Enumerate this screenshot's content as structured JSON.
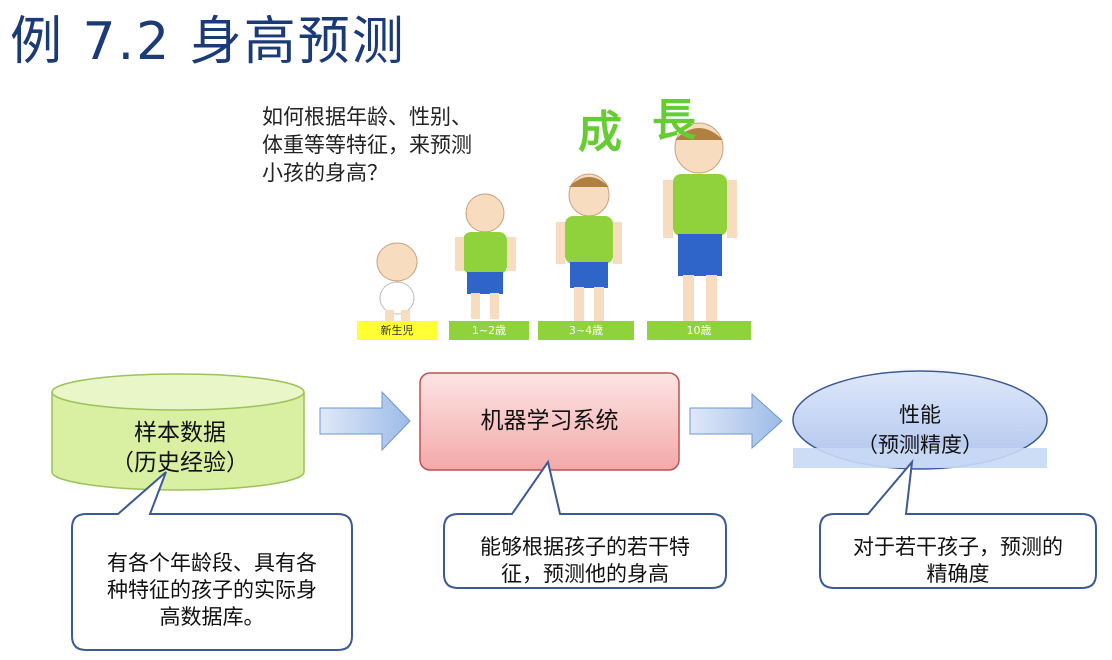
{
  "title": "例 7.2  身高预测",
  "question": "如何根据年龄、性别、\n体重等等特征，来预测\n小孩的身高？",
  "illustration": {
    "kanji_1": "成",
    "kanji_2": "長",
    "age_labels": [
      "新生児",
      "1~2歳",
      "3~4歳",
      "10歳"
    ]
  },
  "nodes": {
    "data": "样本数据\n（历史经验）",
    "system": "机器学习系统",
    "performance": "性能\n（预测精度）"
  },
  "callouts": {
    "data": "有各个年龄段、具有各\n种特征的孩子的实际身\n高数据库。",
    "system": "能够根据孩子的若干特\n征，预测他的身高",
    "performance": "对于若干孩子，预测的\n精确度"
  },
  "colors": {
    "title": "#1b3a78",
    "cylinder": "#d9f0a3",
    "system_box": "#f8c8c8",
    "ellipse": "#c8d8f4",
    "arrow": "#a9c4ea",
    "callout_border": "#3c5a96",
    "kanji": "#66cc33",
    "age_label_bg": "#ffff33"
  }
}
